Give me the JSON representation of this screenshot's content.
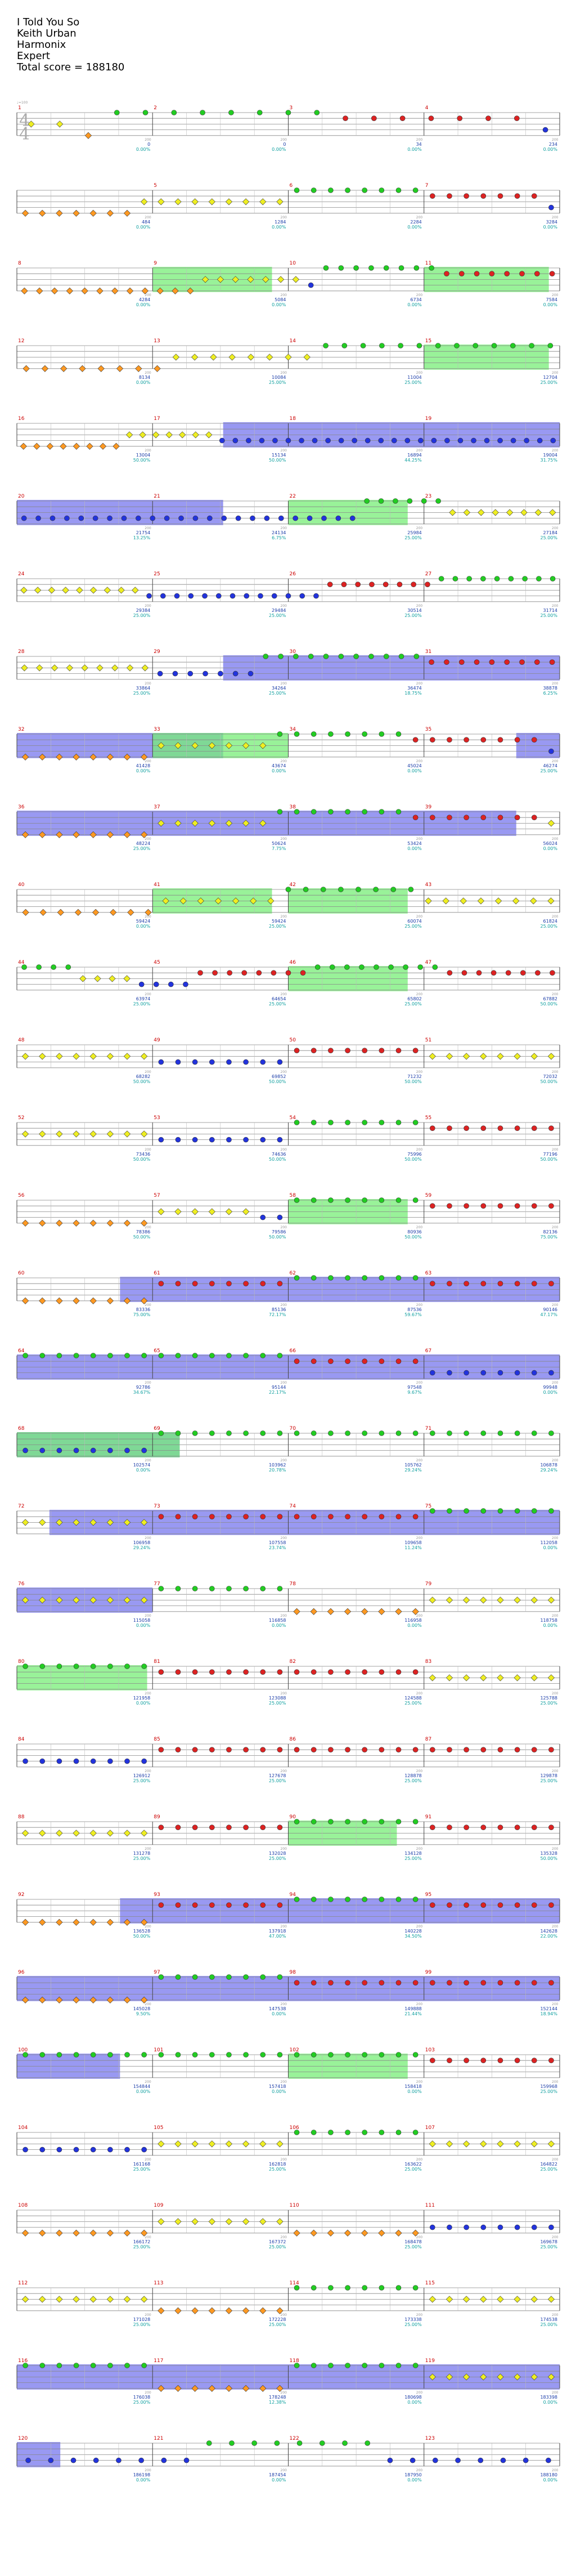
{
  "song": {
    "title": "I Told You So",
    "artist": "Keith Urban",
    "charter": "Harmonix",
    "difficulty": "Expert",
    "total_score_label": "Total score = 188180"
  },
  "time_signature": {
    "top": "4",
    "bottom": "4"
  },
  "bpm_markers": [
    "♩=100",
    "♩=100",
    "♩=100"
  ],
  "colors": {
    "green": "#22cc22",
    "red": "#dd2222",
    "yellow": "#eeee22",
    "blue": "#2233dd",
    "orange": "#ff9922",
    "overdrive": "#7777ee",
    "solo": "#77ee77",
    "number": "#cc0000",
    "score": "#1a3ca8",
    "percent": "#11a0a0"
  },
  "measures": [
    {
      "n": "1",
      "score": "0",
      "pct": "0.00%"
    },
    {
      "n": "2",
      "score": "0",
      "pct": "0.00%"
    },
    {
      "n": "3",
      "score": "34",
      "pct": "0.00%"
    },
    {
      "n": "4",
      "score": "234",
      "pct": "0.00%"
    },
    {
      "n": "",
      "score": "484",
      "pct": "0.00%"
    },
    {
      "n": "5",
      "score": "1284",
      "pct": "0.00%"
    },
    {
      "n": "6",
      "score": "2284",
      "pct": "0.00%"
    },
    {
      "n": "7",
      "score": "3284",
      "pct": "0.00%"
    },
    {
      "n": "8",
      "score": "4284",
      "pct": "0.00%"
    },
    {
      "n": "9",
      "score": "5084",
      "pct": "0.00%"
    },
    {
      "n": "10",
      "score": "6734",
      "pct": "0.00%"
    },
    {
      "n": "11",
      "score": "7584",
      "pct": "0.00%"
    },
    {
      "n": "12",
      "score": "8134",
      "pct": "0.00%"
    },
    {
      "n": "13",
      "score": "10084",
      "pct": "25.00%"
    },
    {
      "n": "14",
      "score": "11004",
      "pct": "25.00%"
    },
    {
      "n": "15",
      "score": "12704",
      "pct": "25.00%"
    },
    {
      "n": "16",
      "score": "13004",
      "pct": "50.00%"
    },
    {
      "n": "17",
      "score": "15134",
      "pct": "50.00%"
    },
    {
      "n": "18",
      "score": "16894",
      "pct": "44.25%"
    },
    {
      "n": "19",
      "score": "19004",
      "pct": "31.75%"
    },
    {
      "n": "20",
      "score": "21754",
      "pct": "13.25%"
    },
    {
      "n": "21",
      "score": "24134",
      "pct": "6.75%"
    },
    {
      "n": "22",
      "score": "25984",
      "pct": "25.00%"
    },
    {
      "n": "23",
      "score": "27184",
      "pct": "25.00%"
    },
    {
      "n": "24",
      "score": "29384",
      "pct": "25.00%"
    },
    {
      "n": "25",
      "score": "29484",
      "pct": "25.00%"
    },
    {
      "n": "26",
      "score": "30514",
      "pct": "25.00%"
    },
    {
      "n": "27",
      "score": "31714",
      "pct": "25.00%"
    },
    {
      "n": "28",
      "score": "33864",
      "pct": "25.00%"
    },
    {
      "n": "29",
      "score": "34264",
      "pct": "25.00%"
    },
    {
      "n": "30",
      "score": "36474",
      "pct": "18.75%"
    },
    {
      "n": "31",
      "score": "38878",
      "pct": "6.25%"
    },
    {
      "n": "32",
      "score": "41428",
      "pct": "0.00%"
    },
    {
      "n": "33",
      "score": "43674",
      "pct": "0.00%"
    },
    {
      "n": "34",
      "score": "45024",
      "pct": "0.00%"
    },
    {
      "n": "35",
      "score": "46274",
      "pct": "25.00%"
    },
    {
      "n": "36",
      "score": "48224",
      "pct": "25.00%"
    },
    {
      "n": "37",
      "score": "50624",
      "pct": "7.75%"
    },
    {
      "n": "38",
      "score": "53424",
      "pct": "0.00%"
    },
    {
      "n": "39",
      "score": "56024",
      "pct": "0.00%"
    },
    {
      "n": "40",
      "score": "59424",
      "pct": "0.00%"
    },
    {
      "n": "41",
      "score": "59424",
      "pct": "25.00%"
    },
    {
      "n": "42",
      "score": "60074",
      "pct": "25.00%"
    },
    {
      "n": "43",
      "score": "61824",
      "pct": "25.00%"
    },
    {
      "n": "44",
      "score": "63974",
      "pct": "25.00%"
    },
    {
      "n": "45",
      "score": "64654",
      "pct": "25.00%"
    },
    {
      "n": "46",
      "score": "65802",
      "pct": "25.00%"
    },
    {
      "n": "47",
      "score": "67882",
      "pct": "50.00%"
    },
    {
      "n": "48",
      "score": "68282",
      "pct": "50.00%"
    },
    {
      "n": "49",
      "score": "69852",
      "pct": "50.00%"
    },
    {
      "n": "50",
      "score": "71232",
      "pct": "50.00%"
    },
    {
      "n": "51",
      "score": "72032",
      "pct": "50.00%"
    },
    {
      "n": "52",
      "score": "73436",
      "pct": "50.00%"
    },
    {
      "n": "53",
      "score": "74636",
      "pct": "50.00%"
    },
    {
      "n": "54",
      "score": "75996",
      "pct": "50.00%"
    },
    {
      "n": "55",
      "score": "77196",
      "pct": "50.00%"
    },
    {
      "n": "56",
      "score": "78386",
      "pct": "50.00%"
    },
    {
      "n": "57",
      "score": "79586",
      "pct": "50.00%"
    },
    {
      "n": "58",
      "score": "80936",
      "pct": "50.00%"
    },
    {
      "n": "59",
      "score": "82136",
      "pct": "75.00%"
    },
    {
      "n": "60",
      "score": "83336",
      "pct": "75.00%"
    },
    {
      "n": "61",
      "score": "85136",
      "pct": "72.17%"
    },
    {
      "n": "62",
      "score": "87536",
      "pct": "59.67%"
    },
    {
      "n": "63",
      "score": "90146",
      "pct": "47.17%"
    },
    {
      "n": "64",
      "score": "92786",
      "pct": "34.67%"
    },
    {
      "n": "65",
      "score": "95144",
      "pct": "22.17%"
    },
    {
      "n": "66",
      "score": "97548",
      "pct": "9.67%"
    },
    {
      "n": "67",
      "score": "99948",
      "pct": "0.00%"
    },
    {
      "n": "68",
      "score": "102574",
      "pct": "0.00%"
    },
    {
      "n": "69",
      "score": "103962",
      "pct": "20.78%"
    },
    {
      "n": "70",
      "score": "105762",
      "pct": "29.24%"
    },
    {
      "n": "71",
      "score": "106878",
      "pct": "29.24%"
    },
    {
      "n": "72",
      "score": "106958",
      "pct": "29.24%"
    },
    {
      "n": "73",
      "score": "107558",
      "pct": "23.74%"
    },
    {
      "n": "74",
      "score": "109658",
      "pct": "11.24%"
    },
    {
      "n": "75",
      "score": "112058",
      "pct": "0.00%"
    },
    {
      "n": "76",
      "score": "115058",
      "pct": "0.00%"
    },
    {
      "n": "77",
      "score": "116858",
      "pct": "0.00%"
    },
    {
      "n": "78",
      "score": "116958",
      "pct": "0.00%"
    },
    {
      "n": "79",
      "score": "118758",
      "pct": "0.00%"
    },
    {
      "n": "80",
      "score": "121958",
      "pct": "0.00%"
    },
    {
      "n": "81",
      "score": "123088",
      "pct": "25.00%"
    },
    {
      "n": "82",
      "score": "124588",
      "pct": "25.00%"
    },
    {
      "n": "83",
      "score": "125788",
      "pct": "25.00%"
    },
    {
      "n": "84",
      "score": "126912",
      "pct": "25.00%"
    },
    {
      "n": "85",
      "score": "127678",
      "pct": "25.00%"
    },
    {
      "n": "86",
      "score": "128878",
      "pct": "25.00%"
    },
    {
      "n": "87",
      "score": "129878",
      "pct": "25.00%"
    },
    {
      "n": "88",
      "score": "131278",
      "pct": "25.00%"
    },
    {
      "n": "89",
      "score": "132028",
      "pct": "25.00%"
    },
    {
      "n": "90",
      "score": "134128",
      "pct": "25.00%"
    },
    {
      "n": "91",
      "score": "135328",
      "pct": "50.00%"
    },
    {
      "n": "92",
      "score": "136528",
      "pct": "50.00%"
    },
    {
      "n": "93",
      "score": "137918",
      "pct": "47.00%"
    },
    {
      "n": "94",
      "score": "140228",
      "pct": "34.50%"
    },
    {
      "n": "95",
      "score": "142628",
      "pct": "22.00%"
    },
    {
      "n": "96",
      "score": "145028",
      "pct": "9.50%"
    },
    {
      "n": "97",
      "score": "147538",
      "pct": "0.00%"
    },
    {
      "n": "98",
      "score": "149888",
      "pct": "21.44%"
    },
    {
      "n": "99",
      "score": "152144",
      "pct": "18.94%"
    },
    {
      "n": "100",
      "score": "154844",
      "pct": "0.00%"
    },
    {
      "n": "101",
      "score": "157418",
      "pct": "0.00%"
    },
    {
      "n": "102",
      "score": "158418",
      "pct": "0.00%"
    },
    {
      "n": "103",
      "score": "159968",
      "pct": "25.00%"
    },
    {
      "n": "104",
      "score": "161168",
      "pct": "25.00%"
    },
    {
      "n": "105",
      "score": "162818",
      "pct": "25.00%"
    },
    {
      "n": "106",
      "score": "163622",
      "pct": "25.00%"
    },
    {
      "n": "107",
      "score": "164822",
      "pct": "25.00%"
    },
    {
      "n": "108",
      "score": "166172",
      "pct": "25.00%"
    },
    {
      "n": "109",
      "score": "167372",
      "pct": "25.00%"
    },
    {
      "n": "110",
      "score": "168478",
      "pct": "25.00%"
    },
    {
      "n": "111",
      "score": "169678",
      "pct": "25.00%"
    },
    {
      "n": "112",
      "score": "171028",
      "pct": "25.00%"
    },
    {
      "n": "113",
      "score": "172228",
      "pct": "25.00%"
    },
    {
      "n": "114",
      "score": "173338",
      "pct": "25.00%"
    },
    {
      "n": "115",
      "score": "174538",
      "pct": "25.00%"
    },
    {
      "n": "116",
      "score": "176038",
      "pct": "25.00%"
    },
    {
      "n": "117",
      "score": "178248",
      "pct": "12.38%"
    },
    {
      "n": "118",
      "score": "180698",
      "pct": "0.00%"
    },
    {
      "n": "119",
      "score": "183398",
      "pct": "0.00%"
    },
    {
      "n": "120",
      "score": "186198",
      "pct": "0.00%"
    },
    {
      "n": "121",
      "score": "187454",
      "pct": "0.00%"
    },
    {
      "n": "122",
      "score": "187950",
      "pct": "0.00%"
    },
    {
      "n": "123",
      "score": "188180",
      "pct": "0.00%"
    }
  ],
  "rows": [
    {
      "frets": [
        "",
        "",
        "",
        "",
        "",
        "",
        "",
        "yyo",
        "ggggggggrrrrrrrb"
      ]
    },
    {
      "frets": [
        "oooooooyyyyyyyyyggggggggrrrrrrrb"
      ],
      "od": [],
      "solo": []
    },
    {
      "frets": [
        "oooooooo",
        "ooooyyyyyyyb",
        "ggggggggrrrrrrrr"
      ],
      "solo": [
        [
          0.25,
          0.47
        ],
        [
          0.75,
          0.98
        ]
      ]
    },
    {
      "frets": [
        "oooooooo",
        "yyyyyyyy",
        "ggggggggggggg"
      ],
      "solo": [
        [
          0.75,
          0.98
        ]
      ]
    },
    {
      "frets": [
        "oooooooo",
        "yyyyyyyb",
        "bbbbbbbbbbbbbbbbbbbbbbbbb"
      ],
      "od": [
        [
          0.38,
          1.0
        ]
      ]
    },
    {
      "frets": [
        "bbbbbbbbbbbbbbbbbbbbbbbb",
        "gggggg",
        "yyyyyyyy"
      ],
      "od": [
        [
          0.0,
          0.38
        ]
      ],
      "solo": [
        [
          0.5,
          0.72
        ]
      ]
    },
    {
      "frets": [
        "yyyyyyyyybbbbbbbbbbbbb",
        "rrrrrrrr",
        "ggggggggg"
      ]
    },
    {
      "frets": [
        "yyyyyyyyybbbbbbb",
        "gggggggggggrrrrrrrrr"
      ],
      "od": [
        [
          0.38,
          1.0
        ]
      ]
    },
    {
      "frets": [
        "oooooooo",
        "yyyyyyy",
        "gggggggg",
        "rrrrrrrrb"
      ],
      "od": [
        [
          0.0,
          0.38
        ],
        [
          0.92,
          1.0
        ]
      ],
      "solo": [
        [
          0.25,
          0.5
        ]
      ]
    },
    {
      "frets": [
        "oooooooo",
        "yyyyyyy",
        "gggggggg",
        "rrrrrrrry"
      ],
      "od": [
        [
          0.0,
          0.92
        ]
      ]
    },
    {
      "frets": [
        "oooooooo",
        "yyyyyyy",
        "gggggggg",
        "yyyyyyyy"
      ],
      "solo": [
        [
          0.25,
          0.47
        ],
        [
          0.5,
          0.72
        ]
      ]
    },
    {
      "frets": [
        "ggggyyyybbbb",
        "rrrrrrrr",
        "ggggggggg",
        "rrrrrrrr"
      ],
      "solo": [
        [
          0.5,
          0.72
        ]
      ]
    },
    {
      "frets": [
        "yyyyyyyy",
        "bbbbbbbb",
        "rrrrrrrr",
        "yyyyyyyy"
      ]
    },
    {
      "frets": [
        "yyyyyyyy",
        "bbbbbbbb",
        "gggggggg",
        "rrrrrrrr"
      ]
    },
    {
      "frets": [
        "oooooooo",
        "yyyyyybb",
        "gggggggg",
        "rrrrrrrr"
      ],
      "solo": [
        [
          0.5,
          0.72
        ]
      ]
    },
    {
      "frets": [
        "oooooooo",
        "rrrrrrrr",
        "gggggggg",
        "rrrrrrrr"
      ],
      "od": [
        [
          0.19,
          1.0
        ]
      ]
    },
    {
      "frets": [
        "gggggggg",
        "gggggggg",
        "rrrrrrrr",
        "bbbbbbbb"
      ],
      "od": [
        [
          0.0,
          1.0
        ]
      ]
    },
    {
      "frets": [
        "bbbbbbbb",
        "gggggggg",
        "gggggggg",
        "gggggggg"
      ],
      "od": [
        [
          0.0,
          0.3
        ]
      ],
      "solo": [
        [
          0.0,
          0.3
        ]
      ]
    },
    {
      "frets": [
        "yyyyyyyy",
        "rrrrrrrr",
        "rrrrrrrr",
        "gggggggg"
      ],
      "od": [
        [
          0.06,
          1.0
        ]
      ]
    },
    {
      "frets": [
        "yyyyyyyy",
        "gggggggg",
        "oooooooo",
        "yyyyyyyy"
      ],
      "od": [
        [
          0.0,
          0.25
        ]
      ]
    },
    {
      "frets": [
        "gggggggg",
        "rrrrrrrr",
        "rrrrrrrr",
        "yyyyyyyy"
      ],
      "solo": [
        [
          0.0,
          0.24
        ]
      ]
    },
    {
      "frets": [
        "bbbbbbbb",
        "rrrrrrrr",
        "rrrrrrrr",
        "rrrrrrrr"
      ]
    },
    {
      "frets": [
        "yyyyyyyy",
        "rrrrrrrr",
        "gggggggg",
        "rrrrrrrr"
      ],
      "solo": [
        [
          0.5,
          0.7
        ]
      ]
    },
    {
      "frets": [
        "oooooooo",
        "rrrrrrrr",
        "gggggggg",
        "rrrrrrrr"
      ],
      "od": [
        [
          0.19,
          1.0
        ]
      ]
    },
    {
      "frets": [
        "oooooooo",
        "gggggggg",
        "rrrrrrrr",
        "rrrrrrrr"
      ],
      "od": [
        [
          0.0,
          1.0
        ]
      ]
    },
    {
      "frets": [
        "gggggggg",
        "gggggggg",
        "gggggggg",
        "rrrrrrrr"
      ],
      "od": [
        [
          0.0,
          0.19
        ]
      ],
      "solo": [
        [
          0.5,
          0.72
        ]
      ]
    },
    {
      "frets": [
        "bbbbbbbb",
        "yyyyyyyy",
        "gggggggg",
        "yyyyyyyy"
      ]
    },
    {
      "frets": [
        "oooooooo",
        "yyyyyyyy",
        "oooooooo",
        "bbbbbbbb"
      ]
    },
    {
      "frets": [
        "yyyyyyyy",
        "oooooooo",
        "gggggggg",
        "yyyyyyyy"
      ]
    },
    {
      "frets": [
        "gggggggg",
        "oooooooo",
        "gggggggg",
        "yyyyyyyy"
      ],
      "od": [
        [
          0.0,
          1.0
        ]
      ]
    },
    {
      "frets": [
        "bbbbbbbb",
        "gggggggg",
        "bbbbbbbb",
        ""
      ],
      "od": [
        [
          0.0,
          0.08
        ]
      ]
    }
  ],
  "hold_labels": {
    "tick": "200"
  }
}
